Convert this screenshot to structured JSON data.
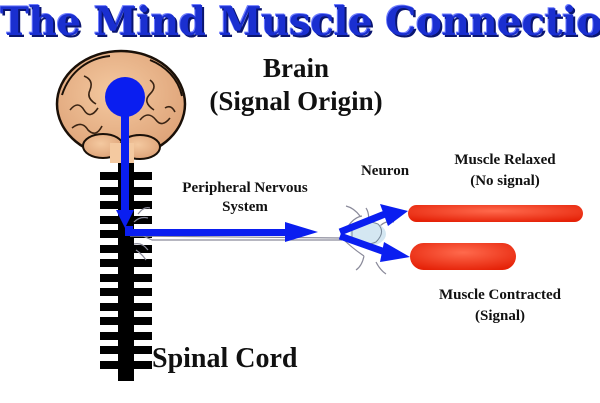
{
  "title": "The Mind Muscle Connection",
  "labels": {
    "brain": "Brain",
    "brain_sub": "(Signal Origin)",
    "pns_line1": "Peripheral Nervous",
    "pns_line2": "System",
    "neuron": "Neuron",
    "relaxed_line1": "Muscle Relaxed",
    "relaxed_line2": "(No signal)",
    "contracted_line1": "Muscle Contracted",
    "contracted_line2": "(Signal)",
    "spinal_cord": "Spinal Cord"
  },
  "colors": {
    "title": "#1a2fd0",
    "signal": "#0a1ef0",
    "muscle": "#ee2a10",
    "brain": "#e8b48a",
    "spine": "#000000"
  }
}
